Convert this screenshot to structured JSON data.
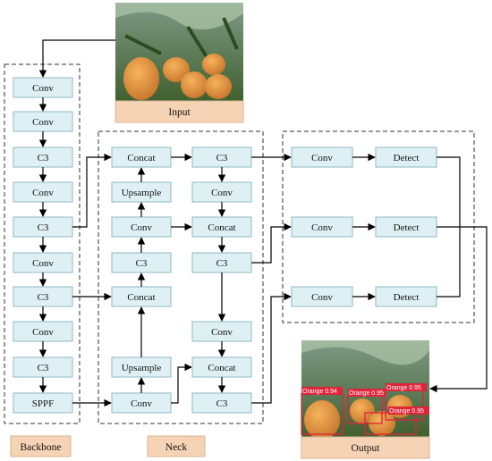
{
  "colors": {
    "node_fill": "#dff0f5",
    "node_border": "#8fb7c4",
    "label_fill": "#f6d3b5",
    "detection_box": "#e0243a"
  },
  "input": {
    "label": "Input"
  },
  "output": {
    "label": "Output",
    "detections": [
      "Orange 0.94",
      "Orange 0.95",
      "Orange 0.95",
      "Orange 0.95"
    ]
  },
  "backbone": {
    "label": "Backbone",
    "nodes": [
      "Conv",
      "Conv",
      "C3",
      "Conv",
      "C3",
      "Conv",
      "C3",
      "Conv",
      "C3",
      "SPPF"
    ]
  },
  "neck": {
    "label": "Neck",
    "col1": [
      "Concat",
      "Upsample",
      "Conv",
      "C3",
      "Concat",
      "Upsample",
      "Conv"
    ],
    "col2": [
      "C3",
      "Conv",
      "Concat",
      "C3",
      "Conv",
      "Concat",
      "C3"
    ]
  },
  "head": {
    "rows": [
      {
        "conv": "Conv",
        "detect": "Detect"
      },
      {
        "conv": "Conv",
        "detect": "Detect"
      },
      {
        "conv": "Conv",
        "detect": "Detect"
      }
    ]
  }
}
